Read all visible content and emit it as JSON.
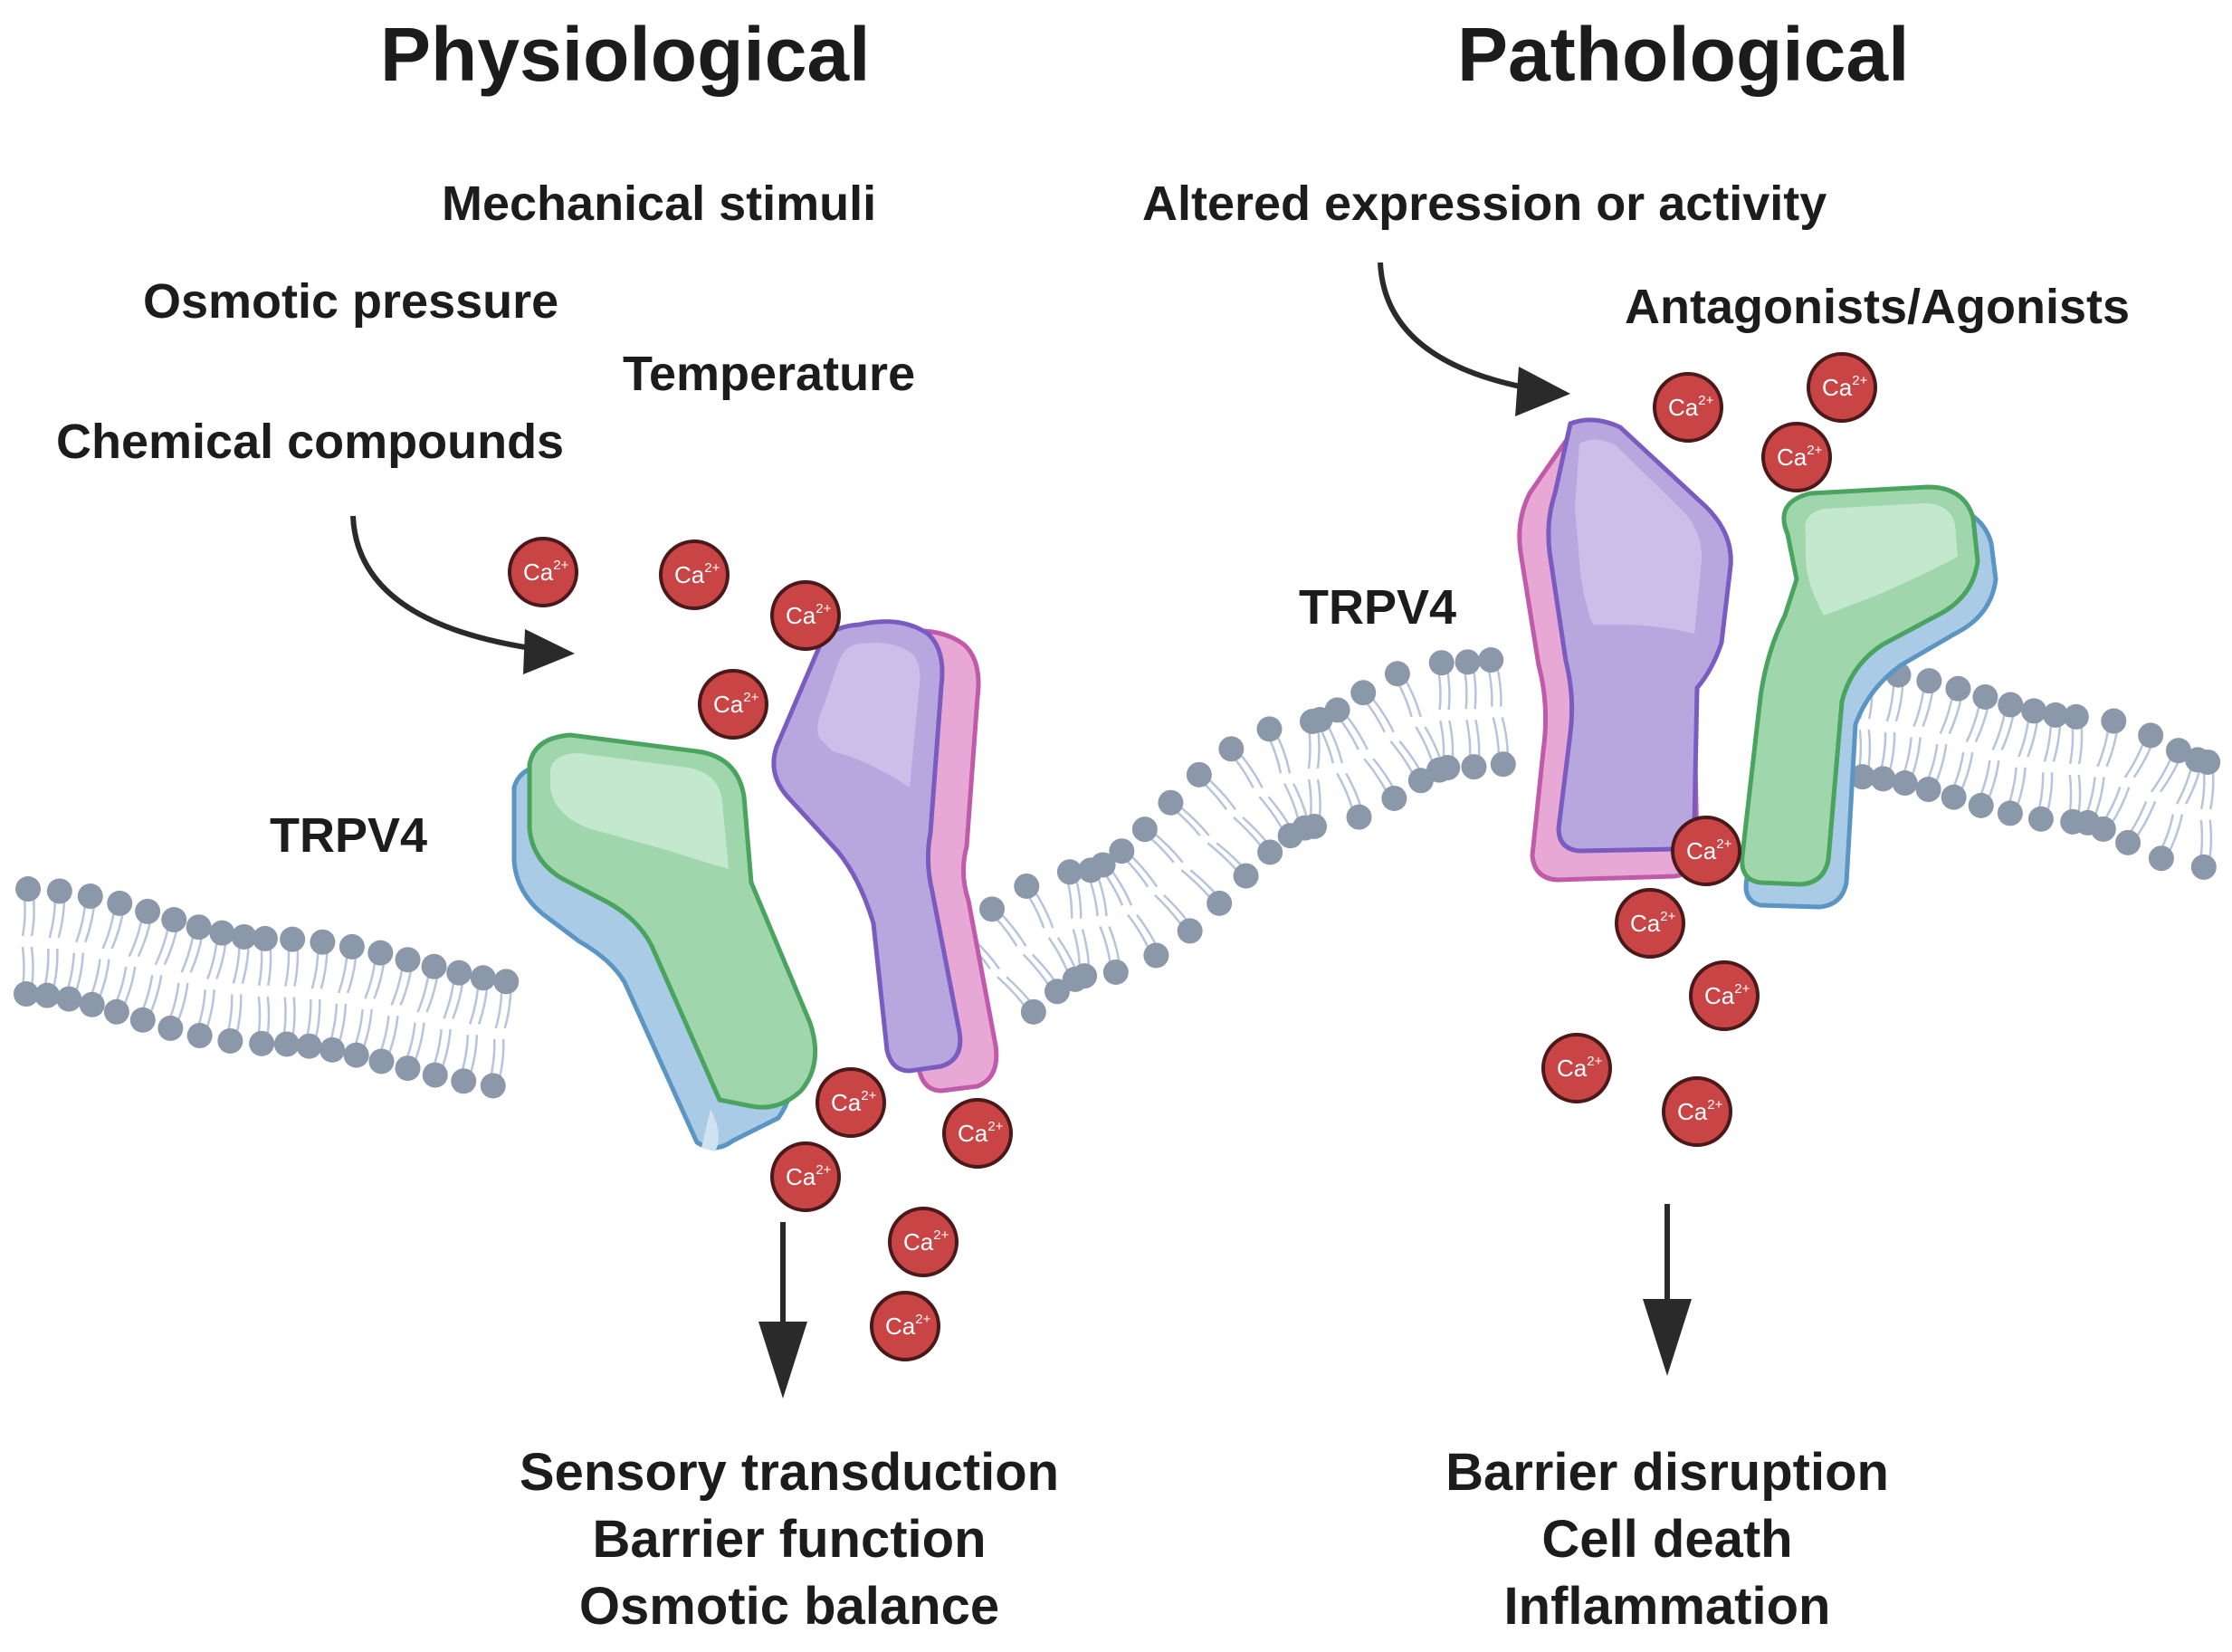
{
  "physiological": {
    "title": "Physiological",
    "stimuli": [
      "Mechanical stimuli",
      "Osmotic pressure",
      "Temperature",
      "Chemical compounds"
    ],
    "channel_label": "TRPV4",
    "outcomes": [
      "Sensory transduction",
      "Barrier function",
      "Osmotic balance"
    ]
  },
  "pathological": {
    "title": "Pathological",
    "stimuli": [
      "Altered expression or activity",
      "Antagonists/Agonists"
    ],
    "channel_label": "TRPV4",
    "outcomes": [
      "Barrier disruption",
      "Cell death",
      "Inflammation"
    ]
  },
  "ion": {
    "label": "Ca",
    "charge": "2+"
  },
  "colors": {
    "text": "#1c1c1c",
    "ion_fill": "#c94444",
    "ion_stroke": "#4a1a1a",
    "lipid_head": "#8a98aa",
    "lipid_tail": "#b8c4dc",
    "subunit_green": "#9fd6ac",
    "subunit_green_edge": "#4aa35e",
    "subunit_blue": "#a9cbe6",
    "subunit_blue_edge": "#5b95c4",
    "subunit_purple": "#b8a7df",
    "subunit_purple_edge": "#7a5bbf",
    "subunit_pink": "#e8a8d6",
    "subunit_pink_edge": "#c05aa9",
    "arrow": "#2a2a2a"
  }
}
